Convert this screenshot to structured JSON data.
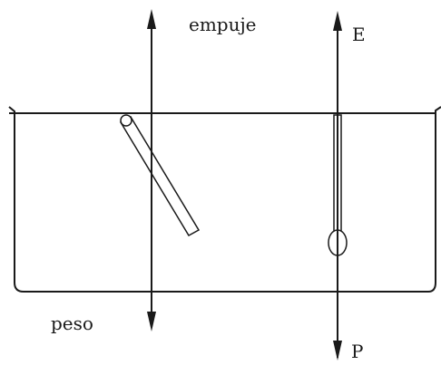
{
  "labels": {
    "left_up": "empuje",
    "left_down": "peso",
    "right_up": "E",
    "right_down": "P"
  },
  "colors": {
    "ink": "#1a1a1a",
    "background": "#ffffff"
  },
  "icons": {
    "left_object": "tilted-stick",
    "right_object": "vertical-hydrometer"
  }
}
